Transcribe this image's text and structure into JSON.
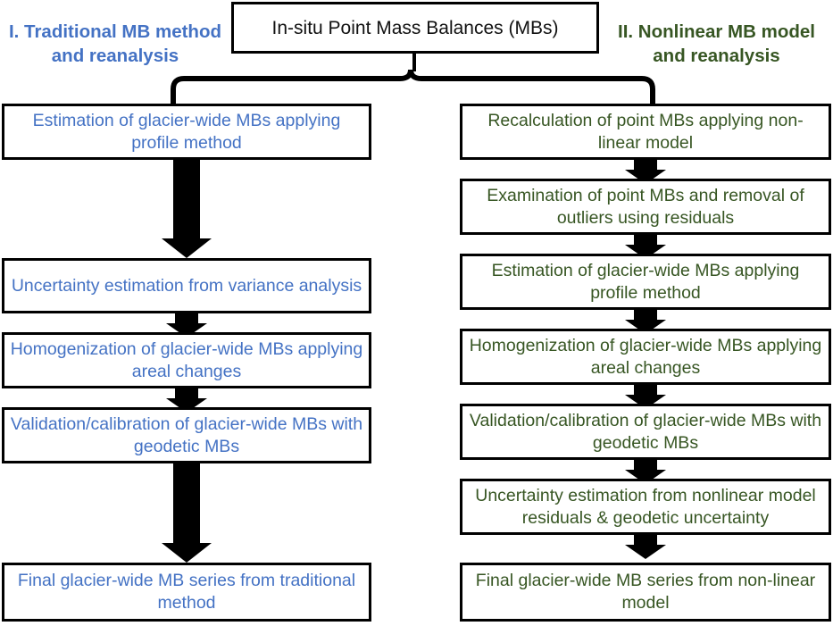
{
  "diagram": {
    "title_box": "In-situ Point Mass Balances (MBs)",
    "colors": {
      "branch_one": "#4472C4",
      "branch_two": "#375623",
      "box_border": "#000000",
      "arrow": "#000000",
      "background": "#ffffff"
    },
    "headings": {
      "left": "I. Traditional MB method and reanalysis",
      "right": "II. Nonlinear MB model and reanalysis"
    },
    "left_branch": {
      "label": "I. Traditional MB method and reanalysis",
      "steps": [
        "Estimation of glacier-wide MBs applying profile method",
        "Uncertainty estimation from variance analysis",
        "Homogenization of glacier-wide MBs applying areal changes",
        "Validation/calibration of glacier-wide MBs with geodetic MBs",
        "Final glacier-wide MB series from traditional method"
      ]
    },
    "right_branch": {
      "label": "II. Nonlinear MB model and reanalysis",
      "steps": [
        "Recalculation of point MBs applying non-linear model",
        "Examination of point MBs and removal of outliers using residuals",
        "Estimation of glacier-wide MBs applying profile method",
        "Homogenization of glacier-wide MBs applying areal changes",
        "Validation/calibration of glacier-wide MBs with geodetic MBs",
        "Uncertainty estimation from nonlinear model residuals & geodetic uncertainty",
        "Final glacier-wide MB series from non-linear model"
      ]
    }
  }
}
